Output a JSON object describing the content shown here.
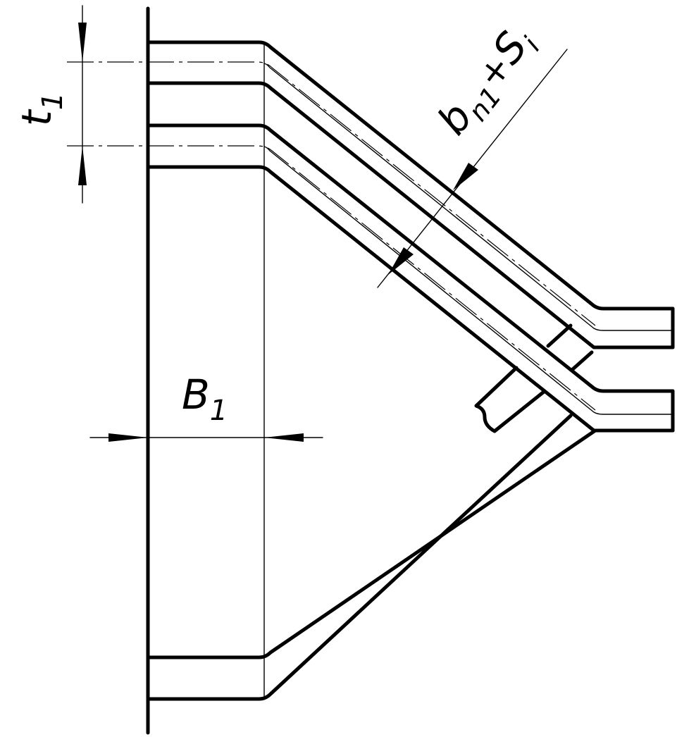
{
  "labels": {
    "t_main": "t",
    "t_sub": "1",
    "b_main": "B",
    "b_sub": "1",
    "bend_b": "b",
    "bend_n": "n1",
    "bend_plus": "+",
    "bend_s": "S",
    "bend_i": "i"
  }
}
